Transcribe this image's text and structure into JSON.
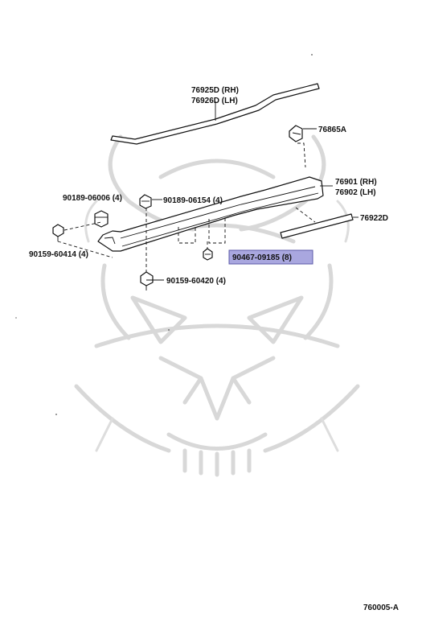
{
  "colors": {
    "line": "#111111",
    "highlight_fill": "#a9a7df",
    "highlight_border": "#5b58a8",
    "watermark": "#d4d4d4"
  },
  "watermark": {
    "icon": "samurai-helmet-watermark"
  },
  "parts": {
    "rail_rh": "76925D (RH)",
    "rail_lh": "76926D (LH)",
    "clip_top": "76865A",
    "rocker_rh": "76901 (RH)",
    "rocker_lh": "76902 (LH)",
    "strip": "76922D",
    "grommet": "90189-06006 (4)",
    "nut_top": "90189-06154 (4)",
    "screw_left": "90159-60414 (4)",
    "highlighted": "90467-09185 (8)",
    "screw_bottom": "90159-60420 (4)"
  },
  "footer": {
    "figure_code": "760005-A"
  }
}
